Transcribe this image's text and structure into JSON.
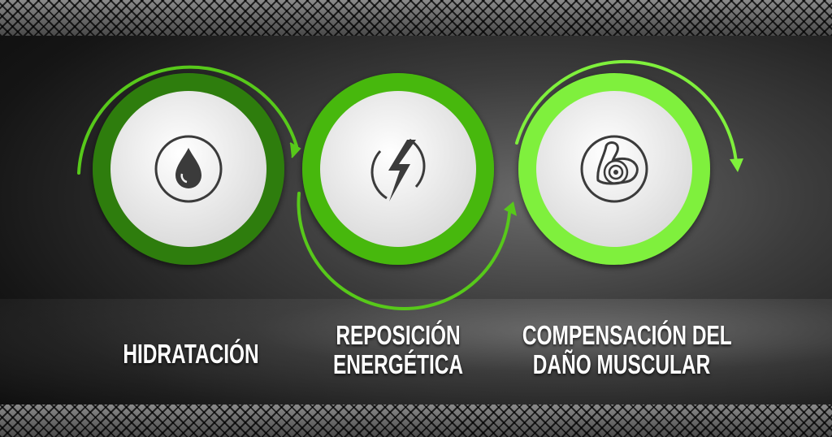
{
  "steps": [
    {
      "icon": "water-drop-icon",
      "lines": [
        "HIDRATACIÓN"
      ]
    },
    {
      "icon": "lightning-bolt-icon",
      "lines": [
        "REPOSICIÓN",
        "ENERGÉTICA"
      ]
    },
    {
      "icon": "flexed-arm-icon",
      "lines": [
        "COMPENSACIÓN DEL",
        "DAÑO MUSCULAR"
      ]
    }
  ],
  "colors": {
    "ring_dark_green": "#2f7d0c",
    "ring_mid_green": "#46b80e",
    "ring_light_green": "#7ff03c",
    "arrow_green": "#57c91a",
    "inner_circle": "#f1f1f1",
    "icon_gray": "#3b3b3b",
    "label_text": "#ffffff"
  }
}
